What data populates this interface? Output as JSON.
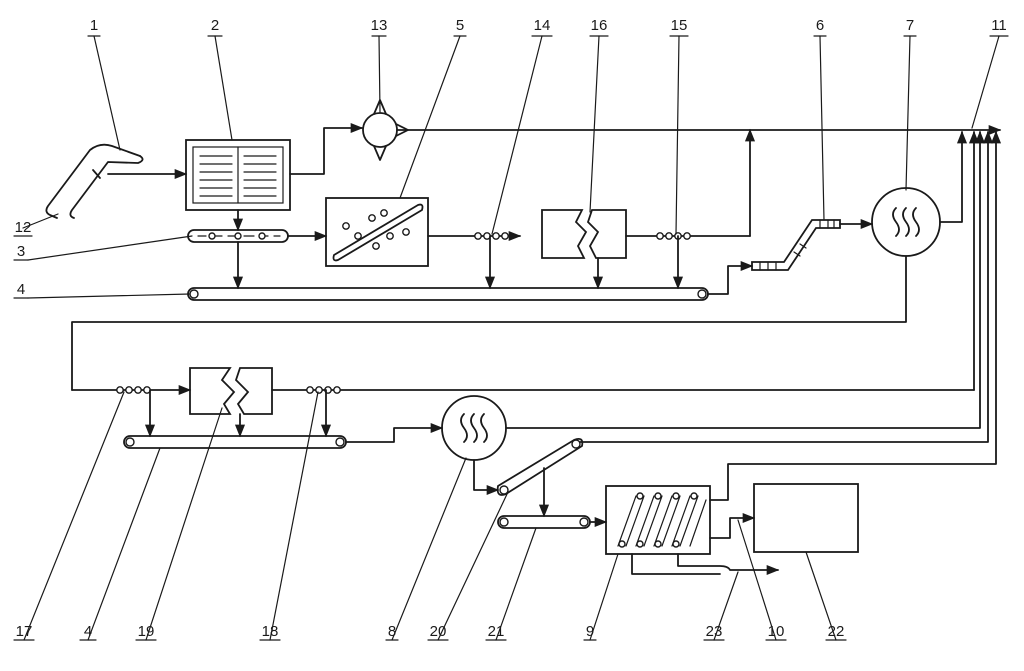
{
  "diagram": {
    "labels": {
      "l1": "1",
      "l2": "2",
      "l3": "3",
      "l4a": "4",
      "l4b": "4",
      "l5": "5",
      "l6": "6",
      "l7": "7",
      "l8": "8",
      "l9": "9",
      "l10": "10",
      "l11": "11",
      "l12": "12",
      "l13": "13",
      "l14": "14",
      "l15": "15",
      "l16": "16",
      "l17": "17",
      "l18": "18",
      "l19": "19",
      "l20": "20",
      "l21": "21",
      "l22": "22",
      "l23": "23"
    }
  }
}
